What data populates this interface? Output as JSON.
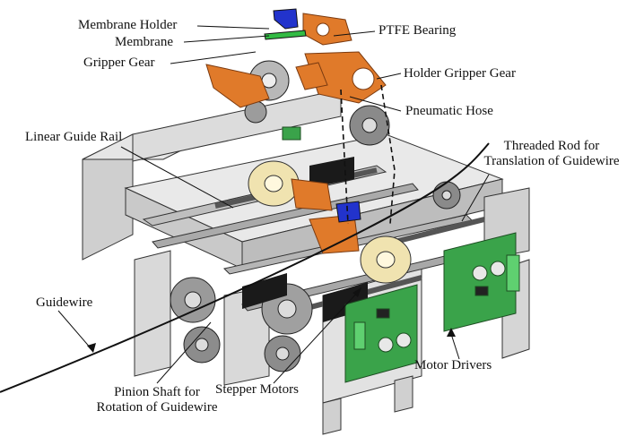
{
  "labels": {
    "membrane_holder": "Membrane Holder",
    "membrane": "Membrane",
    "gripper_gear": "Gripper Gear",
    "ptfe_bearing": "PTFE Bearing",
    "holder_gripper_gear": "Holder Gripper Gear",
    "pneumatic_hose": "Pneumatic Hose",
    "linear_guide_rail": "Linear Guide Rail",
    "threaded_rod_line1": "Threaded Rod for",
    "threaded_rod_line2": "Translation of Guidewire",
    "guidewire": "Guidewire",
    "motor_drivers": "Motor Drivers",
    "stepper_motors": "Stepper Motors",
    "pinion_shaft_line1": "Pinion Shaft for",
    "pinion_shaft_line2": "Rotation of Guidewire"
  },
  "colors": {
    "orange_parts": "#e07a2a",
    "blue_membrane_holder": "#2233cc",
    "green_membrane": "#33bb44",
    "pcb_green": "#3aa34a",
    "frame_grey": "#d6d6d6",
    "bearing_cream": "#f0e3b0"
  }
}
